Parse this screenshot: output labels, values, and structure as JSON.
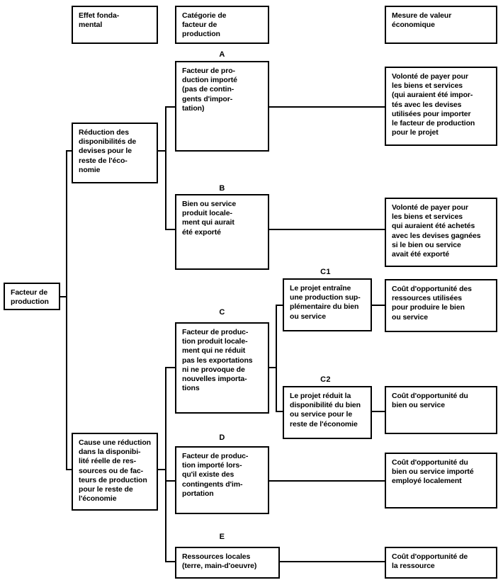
{
  "diagram": {
    "title": "Effet fondamental / Categorie de facteur de production / Mesure de valeur economique",
    "headers": [
      {
        "id": "header-effet",
        "text": "Effet fonda-\nmental"
      },
      {
        "id": "header-categorie",
        "text": "Catégorie de\nfacteur de\nproduction"
      },
      {
        "id": "header-mesure",
        "text": "Mesure de valeur\néconomique"
      }
    ],
    "root": {
      "id": "root",
      "text": "Facteur de\nproduction"
    },
    "effects": [
      {
        "id": "effect-devises",
        "text": "Réduction des\ndisponibilités de\ndevises pour le\nreste de l'éco-\nnomie"
      },
      {
        "id": "effect-ressources",
        "text": "Cause une réduction\ndans la disponibi-\nlité réelle de res-\nsources ou de fac-\nteurs de production\npour le reste de\nl'économie"
      }
    ],
    "categories": [
      {
        "id": "category-a",
        "tag": "A",
        "text": "Facteur de pro-\nduction importé\n(pas de contin-\ngents d'impor-\ntation)"
      },
      {
        "id": "category-b",
        "tag": "B",
        "text": "Bien ou service\nproduit locale-\nment qui aurait\nété exporté"
      },
      {
        "id": "category-c",
        "tag": "C",
        "text": "Facteur de produc-\ntion produit locale-\nment qui ne réduit\npas les exportations\nni ne provoque de\nnouvelles importa-\ntions"
      },
      {
        "id": "category-d",
        "tag": "D",
        "text": "Facteur de produc-\ntion importé lors-\nqu'il existe des\ncontingents d'im-\nportation"
      },
      {
        "id": "category-e",
        "tag": "E",
        "text": "Ressources locales\n(terre, main-d'oeuvre)"
      }
    ],
    "subcategories": [
      {
        "id": "subcategory-c1",
        "tag": "C1",
        "text": "Le projet entraîne\nune production sup-\nplémentaire du bien\nou service"
      },
      {
        "id": "subcategory-c2",
        "tag": "C2",
        "text": "Le projet réduit la\ndisponibilité du bien\nou service pour le\nreste de l'économie"
      }
    ],
    "measures": [
      {
        "id": "measure-a",
        "text": "Volonté de payer pour\nles biens et services\n(qui auraient été impor-\ntés avec les devises\nutilisées pour importer\nle facteur de production\npour le projet"
      },
      {
        "id": "measure-b",
        "text": "Volonté de payer pour\nles biens et services\nqui auraient été achetés\navec les devises gagnées\nsi le bien ou service\navait été exporté"
      },
      {
        "id": "measure-c1",
        "text": "Coût d'opportunité des\nressources utilisées\npour produire le bien\nou service"
      },
      {
        "id": "measure-c2",
        "text": "Coût d'opportunité du\nbien ou service"
      },
      {
        "id": "measure-d",
        "text": "Coût d'opportunité du\nbien ou service importé\nemployé localement"
      },
      {
        "id": "measure-e",
        "text": "Coût d'opportunité de\nla ressource"
      }
    ],
    "colors": {
      "background": "#ffffff",
      "stroke": "#000000",
      "text": "#000000"
    }
  }
}
